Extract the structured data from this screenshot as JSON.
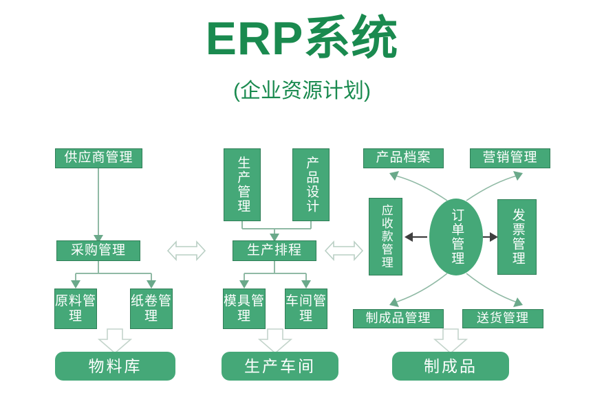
{
  "header": {
    "title": "ERP系统",
    "subtitle": "(企业资源计划)",
    "accent_color": "#1a8a4f"
  },
  "theme": {
    "node_fill": "#45a878",
    "node_border": "#2f7d56",
    "node_text": "#ffffff",
    "thin_line": "#8fb9a4",
    "solid_arrow": "#3f3f3f",
    "hollow_arrow_fill": "#ffffff",
    "hollow_arrow_stroke": "#c3d4cb",
    "background": "#ffffff"
  },
  "diagram": {
    "type": "flowchart",
    "columns": [
      {
        "name": "procurement",
        "nodes": [
          {
            "id": "supplier-management",
            "label": "供应商管理",
            "shape": "rect",
            "orientation": "horizontal"
          },
          {
            "id": "purchase-management",
            "label": "采购管理",
            "shape": "rect",
            "orientation": "horizontal"
          },
          {
            "id": "raw-material-management",
            "label": "原料管理",
            "shape": "rect",
            "orientation": "two-line"
          },
          {
            "id": "paper-roll-management",
            "label": "纸卷管理",
            "shape": "rect",
            "orientation": "two-line"
          },
          {
            "id": "material-warehouse",
            "label": "物料库",
            "shape": "rounded",
            "orientation": "horizontal"
          }
        ]
      },
      {
        "name": "production",
        "nodes": [
          {
            "id": "production-management",
            "label": "生产管理",
            "shape": "rect",
            "orientation": "vertical"
          },
          {
            "id": "product-design",
            "label": "产品设计",
            "shape": "rect",
            "orientation": "vertical"
          },
          {
            "id": "production-scheduling",
            "label": "生产排程",
            "shape": "rect",
            "orientation": "horizontal"
          },
          {
            "id": "mold-management",
            "label": "模具管理",
            "shape": "rect",
            "orientation": "two-line"
          },
          {
            "id": "workshop-management",
            "label": "车间管理",
            "shape": "rect",
            "orientation": "two-line"
          },
          {
            "id": "production-workshop",
            "label": "生产车间",
            "shape": "rounded",
            "orientation": "horizontal"
          }
        ]
      },
      {
        "name": "sales",
        "nodes": [
          {
            "id": "product-archive",
            "label": "产品档案",
            "shape": "rect",
            "orientation": "horizontal"
          },
          {
            "id": "marketing-management",
            "label": "营销管理",
            "shape": "rect",
            "orientation": "horizontal"
          },
          {
            "id": "receivables-management",
            "label": "应收款管理",
            "shape": "rect",
            "orientation": "vertical"
          },
          {
            "id": "order-management",
            "label": "订单管理",
            "shape": "ellipse",
            "orientation": "vertical"
          },
          {
            "id": "invoice-management",
            "label": "发票管理",
            "shape": "rect",
            "orientation": "vertical"
          },
          {
            "id": "finished-goods-management",
            "label": "制成品管理",
            "shape": "rect",
            "orientation": "horizontal"
          },
          {
            "id": "delivery-management",
            "label": "送货管理",
            "shape": "rect",
            "orientation": "horizontal"
          },
          {
            "id": "finished-goods",
            "label": "制成品",
            "shape": "rounded",
            "orientation": "horizontal"
          }
        ]
      }
    ],
    "connectors": [
      {
        "from": "supplier-management",
        "to": "purchase-management",
        "style": "thin-arrow",
        "direction": "down"
      },
      {
        "from": "purchase-management",
        "to": "raw-material-management",
        "style": "thin-arrow",
        "direction": "down"
      },
      {
        "from": "purchase-management",
        "to": "paper-roll-management",
        "style": "thin-arrow",
        "direction": "down"
      },
      {
        "from": "raw-material-management",
        "to": "material-warehouse",
        "style": "hollow-arrow",
        "direction": "down"
      },
      {
        "from": "production-management",
        "to": "production-scheduling",
        "style": "thin-arrow",
        "direction": "down"
      },
      {
        "from": "product-design",
        "to": "production-scheduling",
        "style": "thin-arrow",
        "direction": "down"
      },
      {
        "from": "production-scheduling",
        "to": "mold-management",
        "style": "thin-arrow",
        "direction": "down"
      },
      {
        "from": "production-scheduling",
        "to": "workshop-management",
        "style": "thin-arrow",
        "direction": "down"
      },
      {
        "from": "mold-management",
        "to": "production-workshop",
        "style": "hollow-arrow",
        "direction": "down"
      },
      {
        "from": "purchase-management",
        "to": "production-scheduling",
        "style": "hollow-arrow",
        "direction": "both"
      },
      {
        "from": "production-scheduling",
        "to": "receivables-management",
        "style": "hollow-arrow",
        "direction": "both"
      },
      {
        "from": "order-management",
        "to": "receivables-management",
        "style": "solid-arrow",
        "direction": "left"
      },
      {
        "from": "order-management",
        "to": "invoice-management",
        "style": "solid-arrow",
        "direction": "right"
      },
      {
        "from": "order-management",
        "to": "product-archive",
        "style": "curved-arrow",
        "direction": "up-left"
      },
      {
        "from": "order-management",
        "to": "marketing-management",
        "style": "curved-arrow",
        "direction": "up-right"
      },
      {
        "from": "order-management",
        "to": "finished-goods-management",
        "style": "curved-arrow",
        "direction": "down-left"
      },
      {
        "from": "order-management",
        "to": "delivery-management",
        "style": "curved-arrow",
        "direction": "down-right"
      },
      {
        "from": "finished-goods-management",
        "to": "finished-goods",
        "style": "hollow-arrow",
        "direction": "down"
      }
    ]
  }
}
